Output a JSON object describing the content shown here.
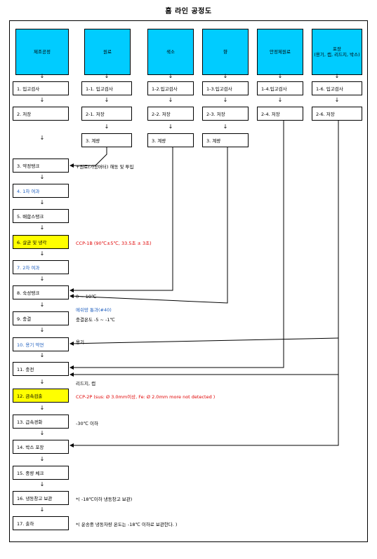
{
  "title": "홈 라인 공정도",
  "headers": [
    {
      "label": "제조공정"
    },
    {
      "label": "원료"
    },
    {
      "label": "색소"
    },
    {
      "label": "향"
    },
    {
      "label": "안정제원료"
    },
    {
      "label": "포장\n(용기, 캡, 리드지, 박스)"
    }
  ],
  "col_boxes": {
    "c0": [
      "1. 입고검사",
      "2. 저장"
    ],
    "c1": [
      "1-1. 입고검사",
      "2-1. 저장",
      "3. 계량"
    ],
    "c2": [
      "1-2.입고검사",
      "2-2. 저장",
      "3. 계량"
    ],
    "c3": [
      "1-3.입고검사",
      "2-3. 저장",
      "3. 계량"
    ],
    "c4": [
      "1-4.입고검사",
      "2-4. 저장"
    ],
    "c5": [
      "1-6. 입고검사",
      "2-6. 저장"
    ]
  },
  "steps": [
    {
      "label": "3. 약정탱크",
      "style": "normal"
    },
    {
      "label": "4. 1차 여과",
      "style": "blue"
    },
    {
      "label": "5. 배합스탱크",
      "style": "normal"
    },
    {
      "label": "6. 살균 및 냉각",
      "style": "yellow"
    },
    {
      "label": "7. 2차 여과",
      "style": "blue"
    },
    {
      "label": "8. 숙성탱크",
      "style": "normal"
    },
    {
      "label": "9. 충결",
      "style": "normal"
    },
    {
      "label": "10. 용기 약연",
      "style": "blue"
    },
    {
      "label": "11. 충전",
      "style": "normal"
    },
    {
      "label": "12. 금속검출",
      "style": "yellow"
    },
    {
      "label": "13. 급속경화",
      "style": "normal"
    },
    {
      "label": "14. 박스 포장",
      "style": "normal"
    },
    {
      "label": "15. 중량 체크",
      "style": "normal"
    },
    {
      "label": "16. 냉동창고 보관",
      "style": "normal"
    },
    {
      "label": "17. 출하",
      "style": "normal"
    }
  ],
  "notes": {
    "n3": "+원료(가공버터) 해동 및 투입",
    "n6": "CCP-1B (90℃±5℃, 33.5초 ± 3초)",
    "n8": "0 ~ 10℃",
    "n8b": "메쉬망 통과(#40)",
    "n9": "충결온도 -5 ~ -1℃",
    "n10": "용기",
    "n11": "리드지, 캡",
    "n12": "CCP-2P (sus: Ø 3.0mm이상, Fe: Ø 2.0mm more not detected  )",
    "n13": "-30℃ 이하",
    "n16": "*( -18℃이하 냉동창고 보관)",
    "n17": "*( 운송중 냉동차량 온도는 -18℃ 이하로 보관한다. )"
  },
  "arrow_glyph": "↓",
  "colors": {
    "header": "#00ccff",
    "highlight": "#ffff00",
    "red_text": "#e00000",
    "blue_text": "#1f5fbf"
  }
}
